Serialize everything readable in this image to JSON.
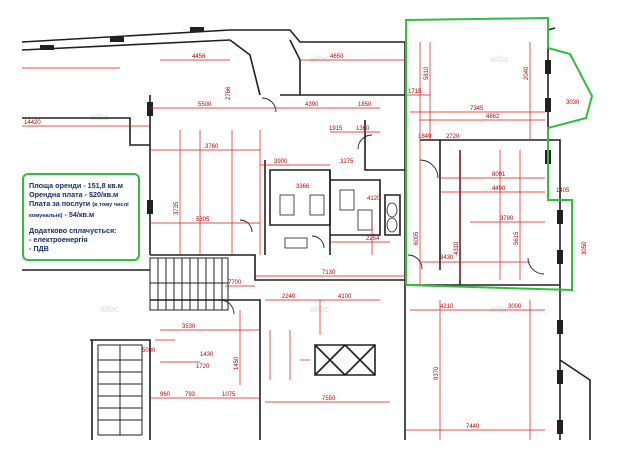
{
  "info_box": {
    "area": "Площа оренди - 151,8 кв.м",
    "rent": "Орендна плата - $20/кв.м",
    "service_line1": "Плата за послуги",
    "service_note": "(в тому числі",
    "service_note2": "комунальні)",
    "service_value": "- 54/кв.м",
    "extra_title": "Додатково сплачується:",
    "extra_item1": "- електроенергія",
    "extra_item2": "- ПДВ"
  },
  "dimensions": {
    "d5500": "5500",
    "d4390": "4390",
    "d7345": "7345",
    "d4862": "4862",
    "d3030": "3030",
    "d14420": "14420",
    "d1915": "1915",
    "d1360": "1360",
    "d1850": "1850",
    "d3760": "3760",
    "d3900": "3900",
    "d3275": "3275",
    "d8091": "8091",
    "d4490": "4490",
    "d3366": "3366",
    "d4120": "4120",
    "d5305": "5305",
    "d3780": "3780",
    "d2254": "2254",
    "d3430": "3430",
    "d7130": "7130",
    "d7700": "7700",
    "d2240": "2240",
    "d4100": "4100",
    "d4210": "4210",
    "d3000": "3000",
    "d3530": "3530",
    "d1430": "1430",
    "d1720": "1720",
    "d5080": "5080",
    "d7550": "7550",
    "d7440": "7440",
    "d960": "960",
    "d793": "793",
    "d1075": "1075",
    "d4650": "4650",
    "d1450": "1450",
    "d4456": "4456",
    "d3735": "3735",
    "d2766": "2766",
    "d1715": "1715",
    "d1840": "1840",
    "d2720": "2720",
    "d5810": "5810",
    "d2040": "2040",
    "d6005": "6005",
    "d5615": "5615",
    "d4310": "4310",
    "d9370": "9370",
    "d1405": "1405",
    "d3050": "3050"
  },
  "watermark": "allbc",
  "colors": {
    "wall": "#202020",
    "dimension": "#c00000",
    "highlight": "#2fbf3a",
    "text": "#1a2a6c"
  }
}
